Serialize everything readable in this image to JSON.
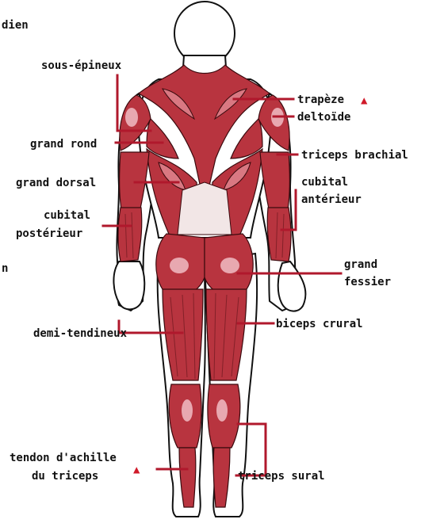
{
  "figure": {
    "cut_labels": [
      "dien",
      "n"
    ],
    "accent_color": "#b0182c",
    "marker_glyph": "▲"
  },
  "labels": {
    "sous_epineux": "sous-épineux",
    "trapeze": "trapèze",
    "deltoide": "deltoïde",
    "grand_rond": "grand rond",
    "triceps_brachial": "triceps brachial",
    "grand_dorsal": "grand dorsal",
    "cubital_anterieur_1": "cubital",
    "cubital_anterieur_2": "antérieur",
    "cubital_posterieur_1": "cubital",
    "cubital_posterieur_2": "postérieur",
    "grand_fessier_1": "grand",
    "grand_fessier_2": "fessier",
    "demi_tendineux": "demi-tendineux",
    "biceps_crural": "biceps crural",
    "tendon_achille_1": "tendon d'achille",
    "tendon_achille_2": "du triceps",
    "triceps_sural": "triceps sural"
  }
}
